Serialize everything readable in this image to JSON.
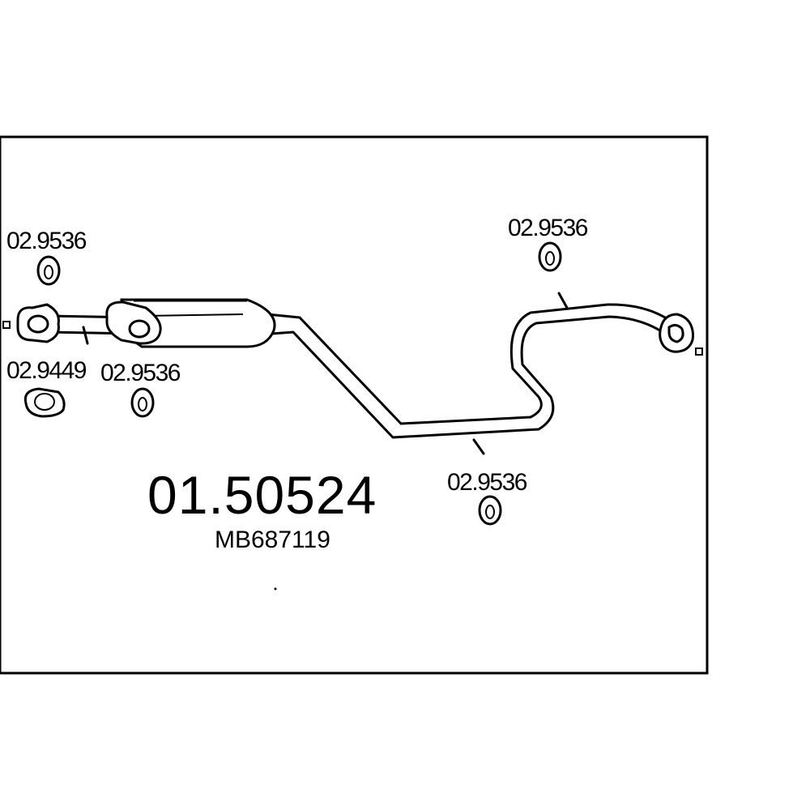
{
  "diagram": {
    "part_number": "01.50524",
    "oem_number": "MB687119",
    "components": [
      {
        "part": "02.9536",
        "icon": "rubber-hanger-icon"
      },
      {
        "part": "02.9449",
        "icon": "flange-gasket-icon"
      },
      {
        "part": "02.9536",
        "icon": "rubber-hanger-icon"
      },
      {
        "part": "02.9536",
        "icon": "rubber-hanger-icon"
      },
      {
        "part": "02.9536",
        "icon": "rubber-hanger-icon"
      }
    ],
    "colors": {
      "line": "#000000",
      "background": "#ffffff"
    }
  }
}
